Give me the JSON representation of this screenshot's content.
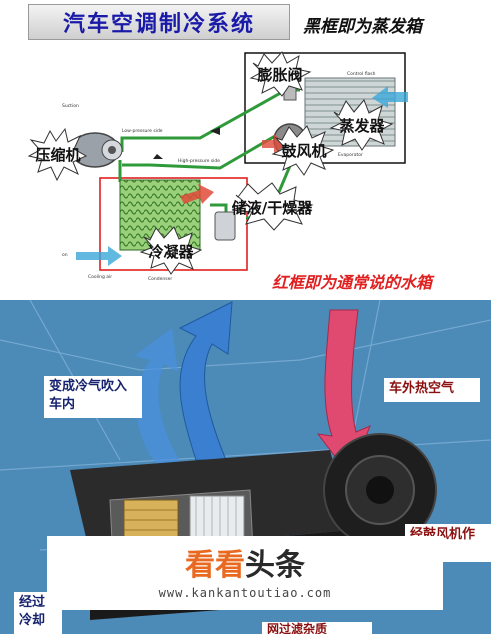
{
  "top": {
    "title": "汽车空调制冷系统",
    "black_box_note": "黑框即为蒸发箱",
    "red_box_note": "红框即为通常说的水箱",
    "labels": {
      "compressor": "压缩机",
      "expansion_valve": "膨胀阀",
      "evaporator": "蒸发器",
      "blower": "鼓风机",
      "receiver_drier": "储液/干燥器",
      "condenser": "冷凝器"
    },
    "tiny_labels": {
      "low_pressure_side": "Low-pressure side",
      "high_pressure_side": "High-pressure side",
      "suction": "Suction",
      "control_flash": "Control flash",
      "evaporator_small": "Evaporator",
      "condenser_small": "Condenser",
      "cooling_air": "Cooling air",
      "on": "on"
    }
  },
  "bottom": {
    "callout_cold_air": "变成冷气吹入车内",
    "callout_hot_air": "车外热空气",
    "callout_right_partial": "经鼓风机作用",
    "callout_left_partial": "经过冷却",
    "callout_bottom_partial": "网过滤杂质"
  },
  "watermark": {
    "logo_a": "看看",
    "logo_b": "头条",
    "url": "www.kankantoutiao.com"
  },
  "colors": {
    "title_text": "#1a1aa8",
    "red_frame": "#e02020",
    "pipe_green": "#2f9a3a",
    "cold_arrow": "#3a7fd0",
    "hot_arrow": "#e04a70",
    "bottom_bg": "#4c8ab8",
    "watermark_orange": "#e8691f"
  },
  "icons": [
    "starburst-label-shape",
    "compressor-icon",
    "condenser-coil-icon",
    "evaporator-coil-icon",
    "blower-fan-icon",
    "receiver-drier-icon",
    "airflow-arrow-icon"
  ]
}
